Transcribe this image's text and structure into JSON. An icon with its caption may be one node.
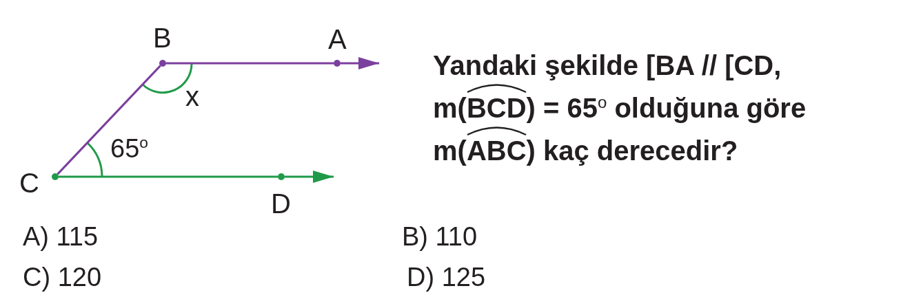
{
  "diagram": {
    "nodes": [
      {
        "text": [
          "B"
        ]
      },
      {
        "text": [
          "A"
        ]
      },
      {
        "text": [
          "C"
        ]
      },
      {
        "text": [
          "D"
        ]
      }
    ],
    "edges": [
      {
        "from": 0,
        "to": 1,
        "arrow": "none"
      },
      {
        "from": 1,
        "to": null,
        "arrow": "to"
      },
      {
        "from": 2,
        "to": 0,
        "arrow": "none"
      },
      {
        "from": 2,
        "to": 3,
        "arrow": "none",
        "color": "#1f9a48"
      },
      {
        "from": 3,
        "to": null,
        "arrow": "to",
        "color": "#1f9a48"
      }
    ],
    "labels": [
      "x",
      "65$^{o}$",
      "Yandaki şekilde [BA // [CD,",
      "m(BCD) = 65$^{o}$ olduğuna göre",
      "m(ABC) kaç derecedir?",
      "A) 115",
      "B) 110",
      "C) 120",
      "D) 125"
    ]
  }
}
